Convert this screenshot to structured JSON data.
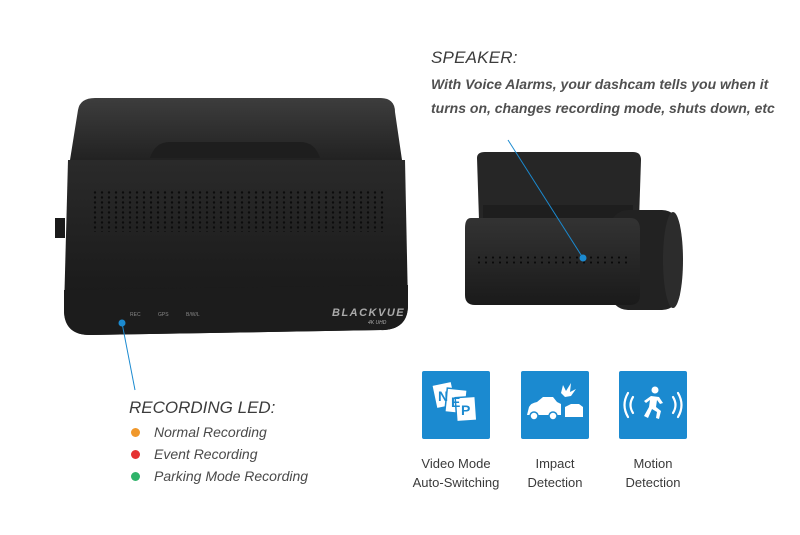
{
  "speaker": {
    "title": "SPEAKER:",
    "description": "With Voice Alarms, your dashcam tells you when it turns on, changes recording mode, shuts down, etc"
  },
  "device": {
    "brand": "BLACKVUE",
    "model": "4K UHD",
    "led_labels": [
      "REC",
      "GPS",
      "B/W/L"
    ]
  },
  "recording_led": {
    "title": "RECORDING LED:",
    "items": [
      {
        "label": "Normal Recording",
        "color": "#f0982b"
      },
      {
        "label": "Event Recording",
        "color": "#e53333"
      },
      {
        "label": "Parking Mode Recording",
        "color": "#2fb36a"
      }
    ]
  },
  "features": [
    {
      "icon": "video-mode-icon",
      "line1": "Video Mode",
      "line2": "Auto-Switching"
    },
    {
      "icon": "impact-icon",
      "line1": "Impact",
      "line2": "Detection"
    },
    {
      "icon": "motion-icon",
      "line1": "Motion",
      "line2": "Detection"
    }
  ],
  "colors": {
    "accent": "#1b8ad0"
  }
}
